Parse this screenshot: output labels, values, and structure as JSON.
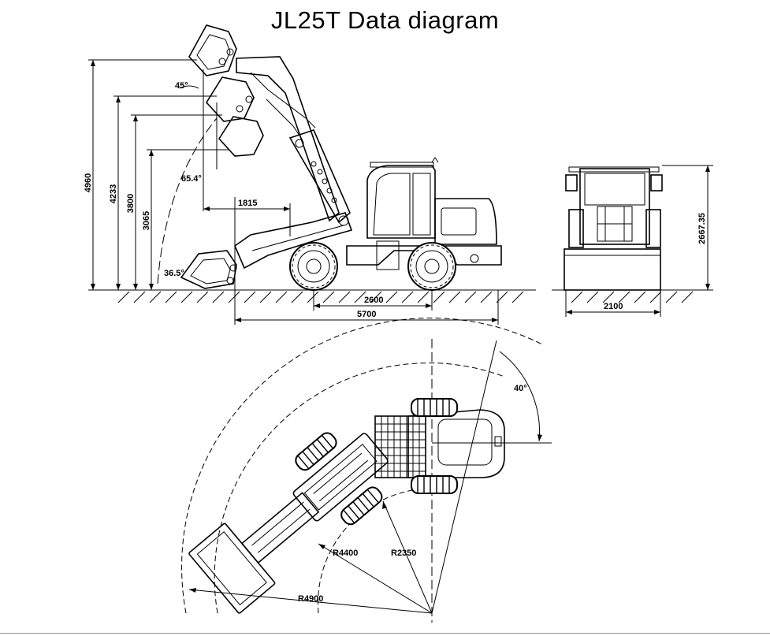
{
  "title": "JL25T Data diagram",
  "side_view": {
    "heights": [
      "4960",
      "4233",
      "3800",
      "3065"
    ],
    "angles": [
      "45°",
      "65.4°",
      "36.5°"
    ],
    "reach": "1815",
    "wheelbase": "2600",
    "length": "5700"
  },
  "front_view": {
    "height": "2667.35",
    "width": "2100"
  },
  "top_view": {
    "articulation_angle": "40°",
    "radii": [
      "R4400",
      "R2350",
      "R4900"
    ]
  }
}
